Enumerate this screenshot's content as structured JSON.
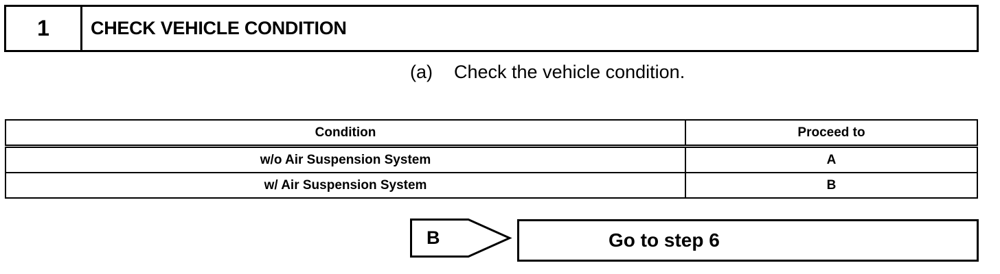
{
  "step": {
    "number": "1",
    "title": "CHECK VEHICLE CONDITION"
  },
  "instruction": {
    "marker": "(a)",
    "text": "Check the vehicle condition."
  },
  "table": {
    "headers": [
      "Condition",
      "Proceed to"
    ],
    "rows": [
      [
        "w/o Air Suspension System",
        "A"
      ],
      [
        "w/ Air Suspension System",
        "B"
      ]
    ]
  },
  "result": {
    "tag": "B",
    "action": "Go to step 6"
  }
}
